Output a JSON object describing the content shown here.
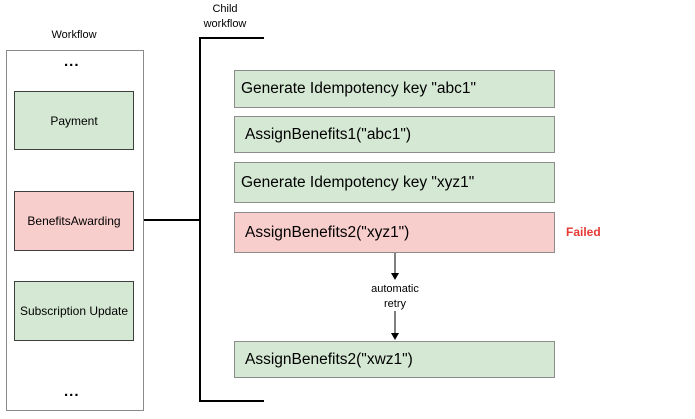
{
  "workflow": {
    "title": "Workflow",
    "top_ellipsis": "...",
    "bottom_ellipsis": "...",
    "nodes": {
      "payment": "Payment",
      "benefits_awarding": "BenefitsAwarding",
      "subscription_update": "Subscription Update"
    }
  },
  "child_workflow": {
    "title_line1": "Child",
    "title_line2": "workflow",
    "steps": {
      "gen_key_abc1": "Generate Idempotency key \"abc1\"",
      "assign_abc1": "AssignBenefits1(\"abc1\")",
      "gen_key_xyz1": "Generate Idempotency key \"xyz1\"",
      "assign_xyz1": "AssignBenefits2(\"xyz1\")",
      "assign_xwz1": "AssignBenefits2(\"xwz1\")"
    },
    "failed_label": "Failed",
    "retry_line1": "automatic",
    "retry_line2": "retry"
  },
  "colors": {
    "success_fill": "#d5e8d4",
    "error_fill": "#f8cecc",
    "failed_text": "#e53935"
  }
}
